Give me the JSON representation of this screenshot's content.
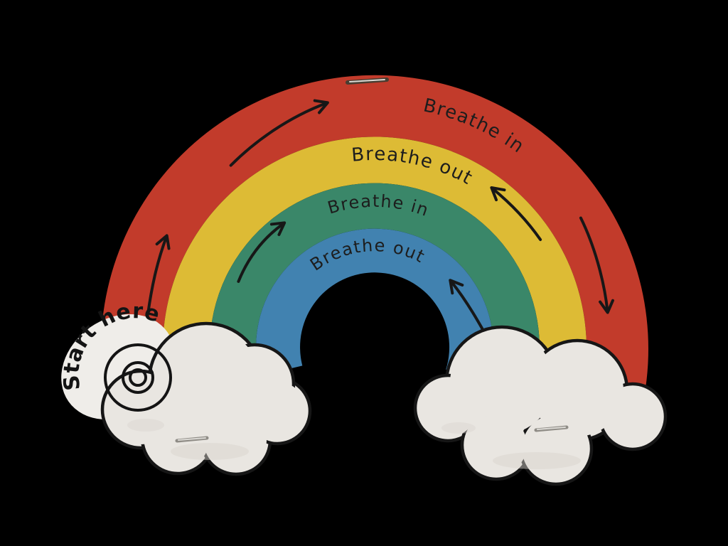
{
  "colors": {
    "background": "#000000",
    "cloud": "#e9e6e1",
    "paper": "#efede9",
    "outline": "#161616",
    "ink": "#1d1d1d",
    "staple_silver": "#8f8c86",
    "staple_shine": "#dbd9d4",
    "staple_dark": "#483d31"
  },
  "rainbow": {
    "bands": [
      {
        "id": "red",
        "color": "#c23b2b",
        "label": "Breathe in"
      },
      {
        "id": "yellow",
        "color": "#ddbb35",
        "label": "Breathe out"
      },
      {
        "id": "green",
        "color": "#3a8769",
        "label": "Breathe in"
      },
      {
        "id": "blue",
        "color": "#4182b0",
        "label": "Breathe out"
      }
    ]
  },
  "start_tab": {
    "label": "Start here"
  },
  "icons": {
    "arrows": "curved-direction-arrow-icon",
    "staples": "staple-icon",
    "wheel": "finger-tracing-wheel-icon",
    "clouds": "cloud-shape"
  }
}
